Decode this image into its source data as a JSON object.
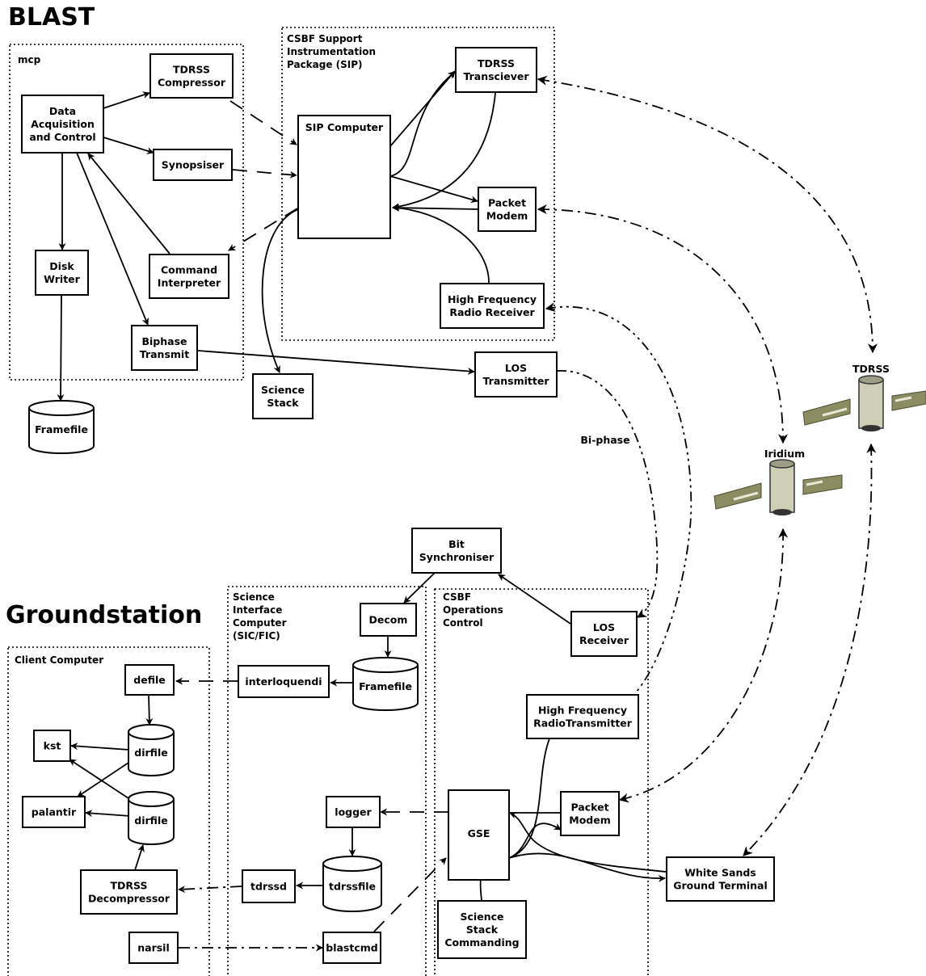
{
  "titles": {
    "blast": "BLAST",
    "groundstation": "Groundstation"
  },
  "groups": {
    "mcp": "mcp",
    "sip": [
      "CSBF Support",
      "Instrumentation",
      "Package (SIP)"
    ],
    "sic": [
      "Science",
      "Interface",
      "Computer",
      "(SIC/FIC)"
    ],
    "ops": [
      "CSBF",
      "Operations",
      "Control"
    ],
    "client": "Client Computer"
  },
  "nodes": {
    "daq": [
      "Data",
      "Acquisition",
      "and Control"
    ],
    "tdrss_comp": [
      "TDRSS",
      "Compressor"
    ],
    "synopsiser": [
      "Synopsiser"
    ],
    "disk_writer": [
      "Disk",
      "Writer"
    ],
    "cmd_interp": [
      "Command",
      "Interpreter"
    ],
    "biphase": [
      "Biphase",
      "Transmit"
    ],
    "framefile_top": [
      "Framefile"
    ],
    "sip_computer": [
      "SIP Computer"
    ],
    "tdrss_trans": [
      "TDRSS",
      "Transciever"
    ],
    "packet_modem_top": [
      "Packet",
      "Modem"
    ],
    "hf_receiver": [
      "High Frequency",
      "Radio Receiver"
    ],
    "science_stack": [
      "Science",
      "Stack"
    ],
    "los_tx": [
      "LOS",
      "Transmitter"
    ],
    "bit_sync": [
      "Bit",
      "Synchroniser"
    ],
    "decom": [
      "Decom"
    ],
    "framefile_sic": [
      "Framefile"
    ],
    "interloquendi": [
      "interloquendi"
    ],
    "logger": [
      "logger"
    ],
    "tdrssfile": [
      "tdrssfile"
    ],
    "tdrssd": [
      "tdrssd"
    ],
    "blastcmd": [
      "blastcmd"
    ],
    "los_rx": [
      "LOS",
      "Receiver"
    ],
    "hf_tx": [
      "High Frequency",
      "RadioTransmitter"
    ],
    "gse": [
      "GSE"
    ],
    "packet_modem_bot": [
      "Packet",
      "Modem"
    ],
    "white_sands": [
      "White Sands",
      "Ground Terminal"
    ],
    "ssc": [
      "Science",
      "Stack",
      "Commanding"
    ],
    "defile": [
      "defile"
    ],
    "kst": [
      "kst"
    ],
    "dirfile1": [
      "dirfile"
    ],
    "dirfile2": [
      "dirfile"
    ],
    "palantir": [
      "palantir"
    ],
    "tdrss_decomp": [
      "TDRSS",
      "Decompressor"
    ],
    "narsil": [
      "narsil"
    ]
  },
  "labels": {
    "biphase_link": "Bi-phase",
    "tdrss_sat": "TDRSS",
    "iridium_sat": "Iridium"
  },
  "colors": {
    "satellite_panel": "#8c8c62",
    "satellite_body": "#cfcfb8"
  }
}
